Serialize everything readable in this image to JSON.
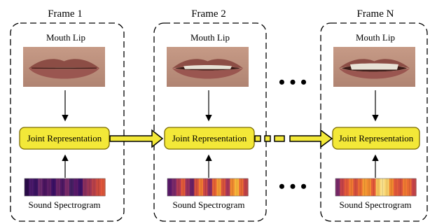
{
  "frames": [
    {
      "title": "Frame 1",
      "top_label": "Mouth Lip",
      "box_label": "Joint Representation",
      "bottom_label": "Sound Spectrogram",
      "lip": {
        "teeth": false,
        "open": 0.0
      },
      "spectrogram_colors": [
        "#2b0c4a",
        "#4b1a6b",
        "#3a1360",
        "#6b2a6e",
        "#4a155f",
        "#5d1f66",
        "#3b1064",
        "#6a2568",
        "#4e1863",
        "#7a2b6a",
        "#452063",
        "#5a1a6a",
        "#3d1266",
        "#8a2f5e",
        "#9c3655",
        "#b8414a",
        "#cc4b3e",
        "#e0563a"
      ]
    },
    {
      "title": "Frame 2",
      "top_label": "Mouth Lip",
      "box_label": "Joint Representation",
      "bottom_label": "Sound Spectrogram",
      "lip": {
        "teeth": true,
        "open": 0.5
      },
      "spectrogram_colors": [
        "#5a1a6a",
        "#7a2a6a",
        "#b03a55",
        "#e35a3a",
        "#9a3260",
        "#6a2266",
        "#d5503e",
        "#f07a32",
        "#c84548",
        "#8a2e62",
        "#e76336",
        "#f39a34",
        "#d9543c",
        "#a8375a",
        "#f08a30",
        "#f7b43a",
        "#e86a34",
        "#c24247"
      ]
    },
    {
      "title": "Frame N",
      "top_label": "Mouth Lip",
      "box_label": "Joint Representation",
      "bottom_label": "Sound Spectrogram",
      "lip": {
        "teeth": true,
        "open": 1.0
      },
      "spectrogram_colors": [
        "#7a2a6a",
        "#c84548",
        "#e35a3a",
        "#f07a32",
        "#d5503e",
        "#e86a34",
        "#f39a34",
        "#f08a30",
        "#e35a3a",
        "#f6c45a",
        "#f9e08a",
        "#f7d06a",
        "#f08a30",
        "#e35a3a",
        "#d5503e",
        "#f07a32",
        "#e86a34",
        "#c84548"
      ]
    }
  ],
  "ellipsis_top": "• • •",
  "ellipsis_bottom": "• • •",
  "colors": {
    "box_fill": "#f3e838",
    "box_stroke": "#7a6a00",
    "arrow_fill": "#f3e838",
    "arrow_stroke": "#000000",
    "dash": "#000000"
  },
  "icons": [
    "arrow-down-icon",
    "arrow-up-icon",
    "fat-arrow-right-icon"
  ]
}
